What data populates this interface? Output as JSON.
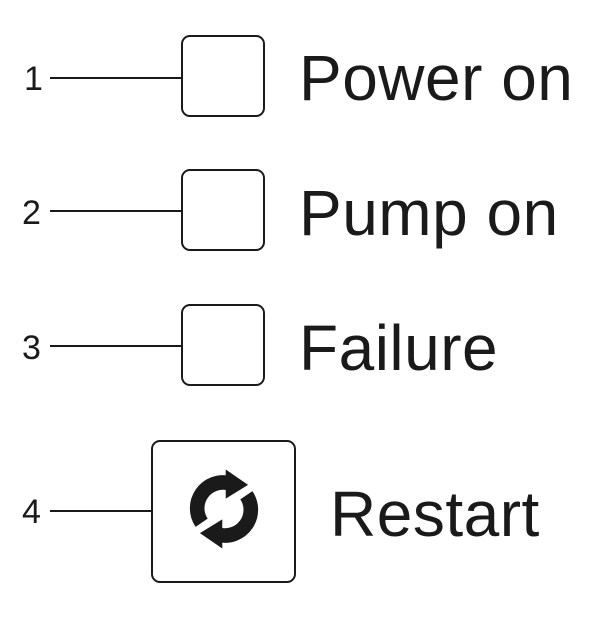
{
  "items": [
    {
      "number": "1",
      "label": "Power on"
    },
    {
      "number": "2",
      "label": "Pump on"
    },
    {
      "number": "3",
      "label": "Failure"
    },
    {
      "number": "4",
      "label": "Restart",
      "icon": "restart-icon"
    }
  ],
  "colors": {
    "line": "#1a1a1a",
    "background": "#ffffff"
  }
}
